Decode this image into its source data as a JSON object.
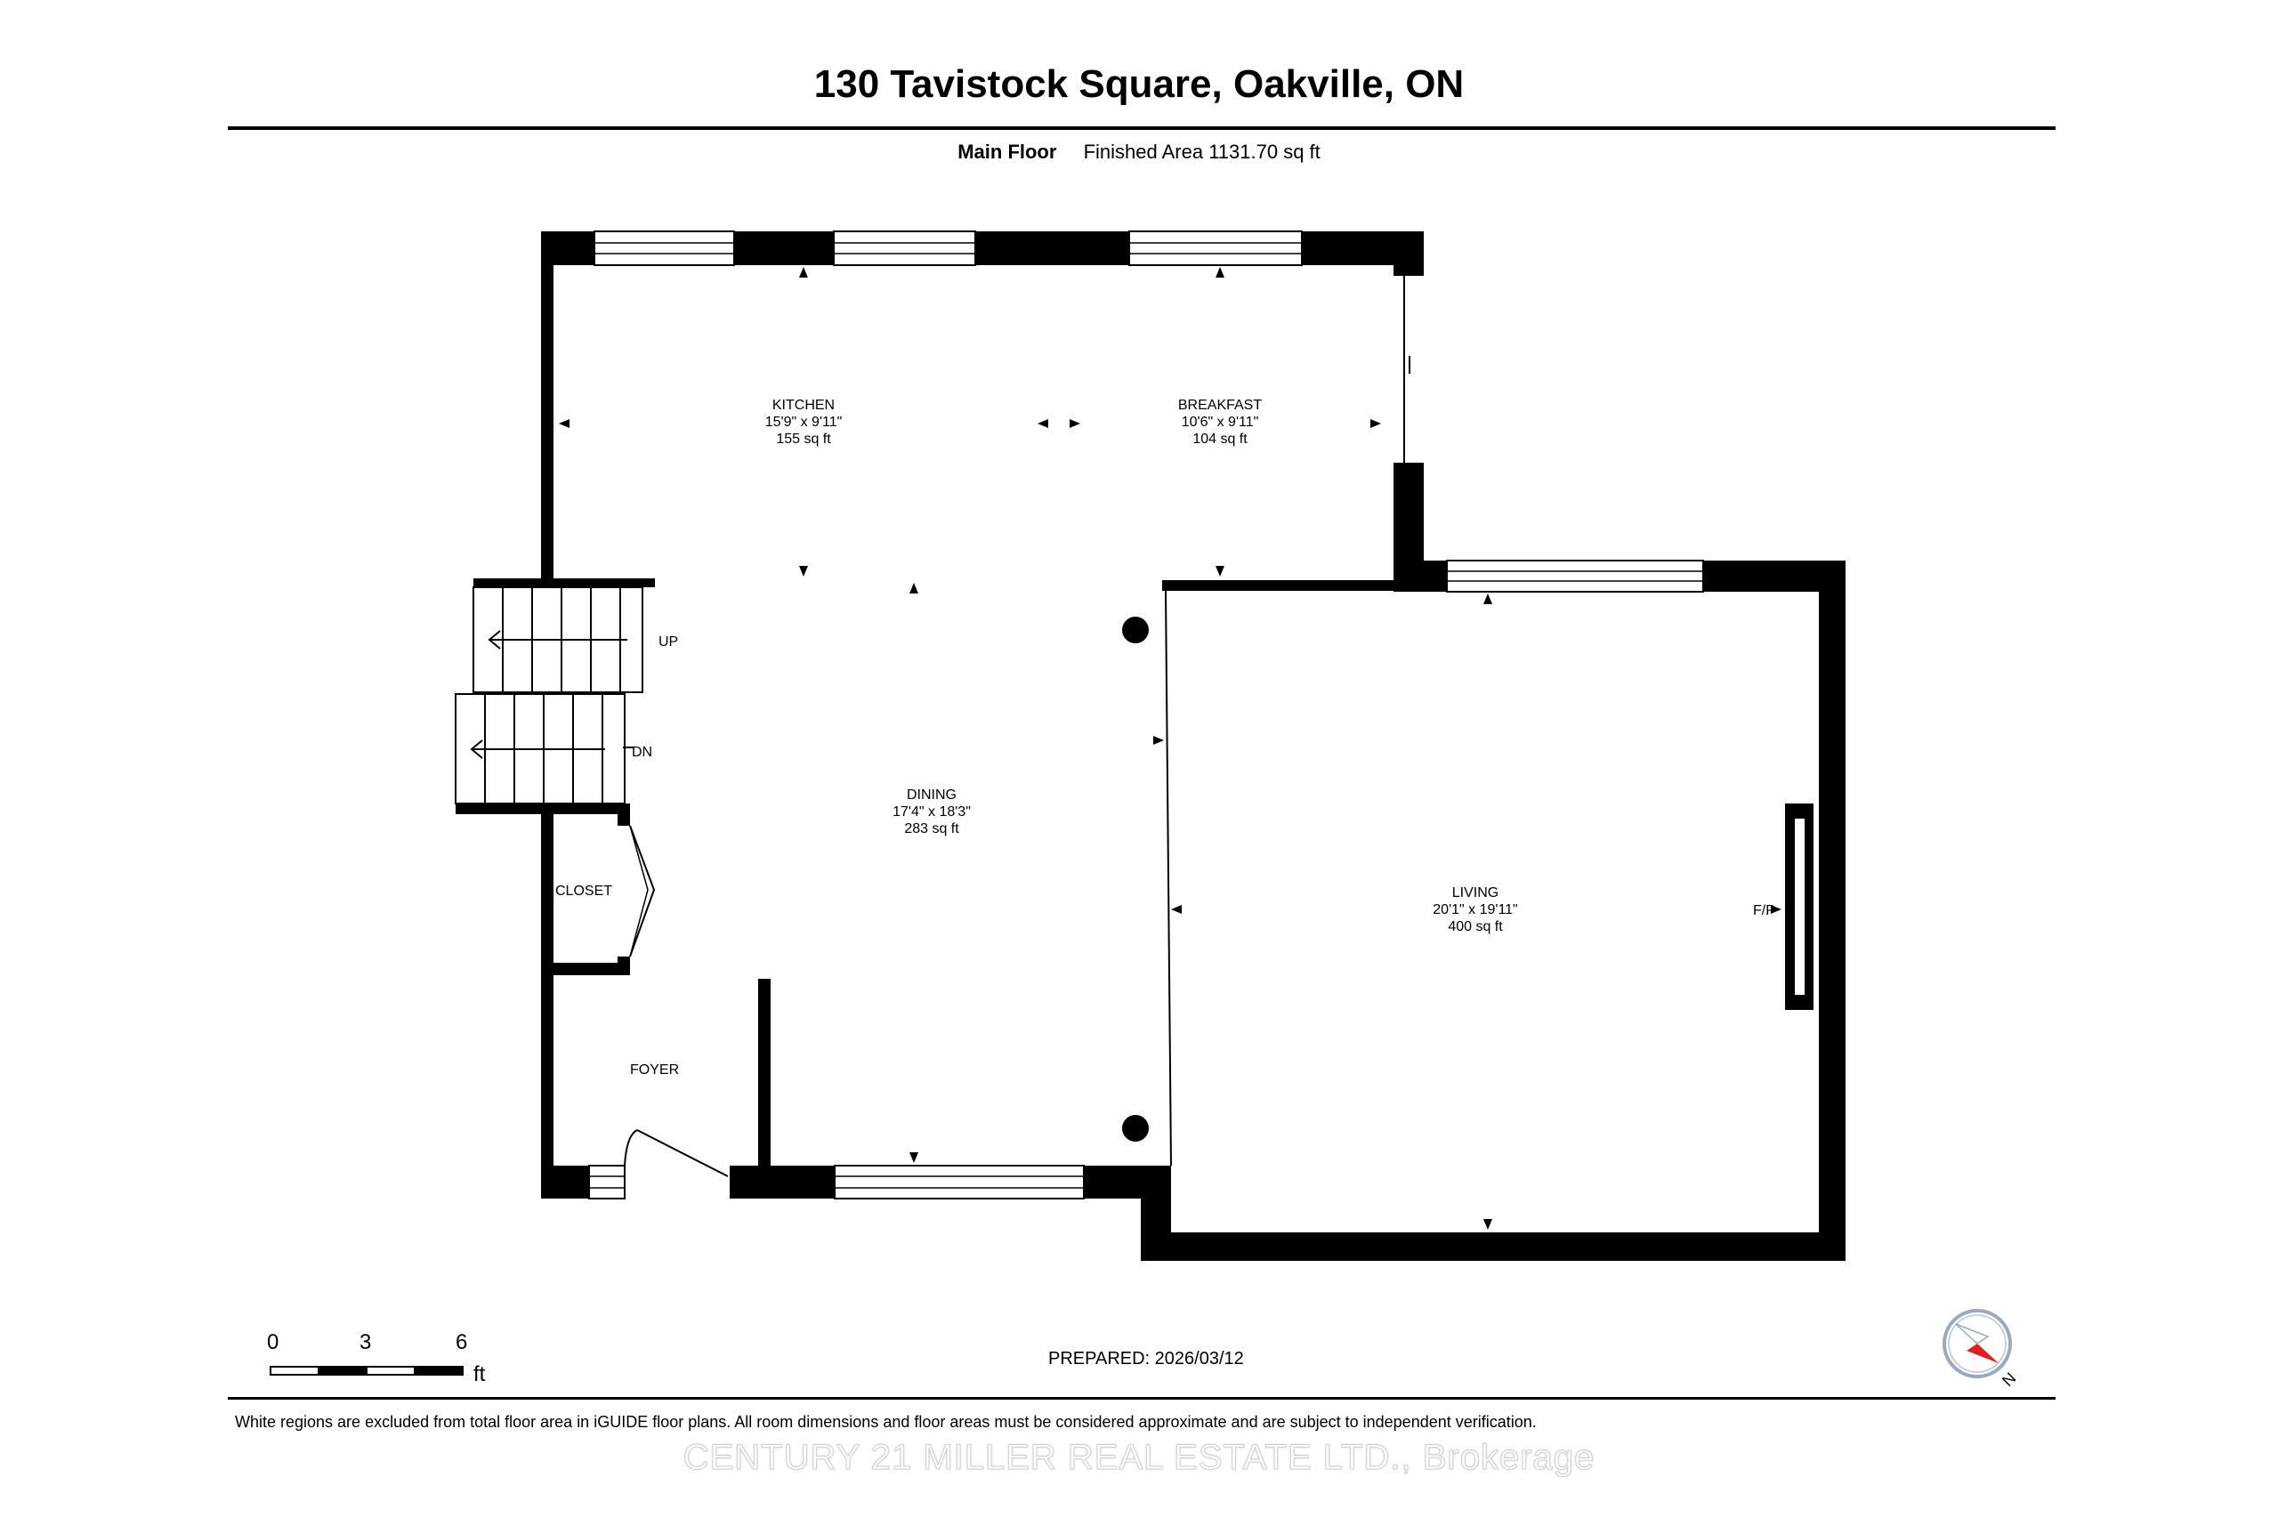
{
  "header": {
    "title": "130 Tavistock Square, Oakville, ON",
    "floor": "Main Floor",
    "finished_area": "Finished Area 1131.70 sq ft"
  },
  "rooms": [
    {
      "name": "KITCHEN",
      "dims": "15'9\" x 9'11\"",
      "area": "155 sq ft"
    },
    {
      "name": "BREAKFAST",
      "dims": "10'6\" x 9'11\"",
      "area": "104 sq ft"
    },
    {
      "name": "DINING",
      "dims": "17'4\" x 18'3\"",
      "area": "283 sq ft"
    },
    {
      "name": "LIVING",
      "dims": "20'1\" x 19'11\"",
      "area": "400 sq ft"
    }
  ],
  "labels": {
    "closet": "CLOSET",
    "foyer": "FOYER",
    "up": "UP",
    "dn": "DN",
    "fireplace": "F/P"
  },
  "scale": {
    "ticks": [
      "0",
      "3",
      "6"
    ],
    "unit": "ft"
  },
  "prepared": "PREPARED: 2026/03/12",
  "disclaimer": "White regions are excluded from total floor area in iGUIDE floor plans. All room dimensions and floor areas must be considered approximate and are subject to independent verification.",
  "watermark": "CENTURY 21 MILLER REAL ESTATE LTD., Brokerage",
  "compass": {
    "label": "N",
    "needle_color": "#e02020"
  }
}
